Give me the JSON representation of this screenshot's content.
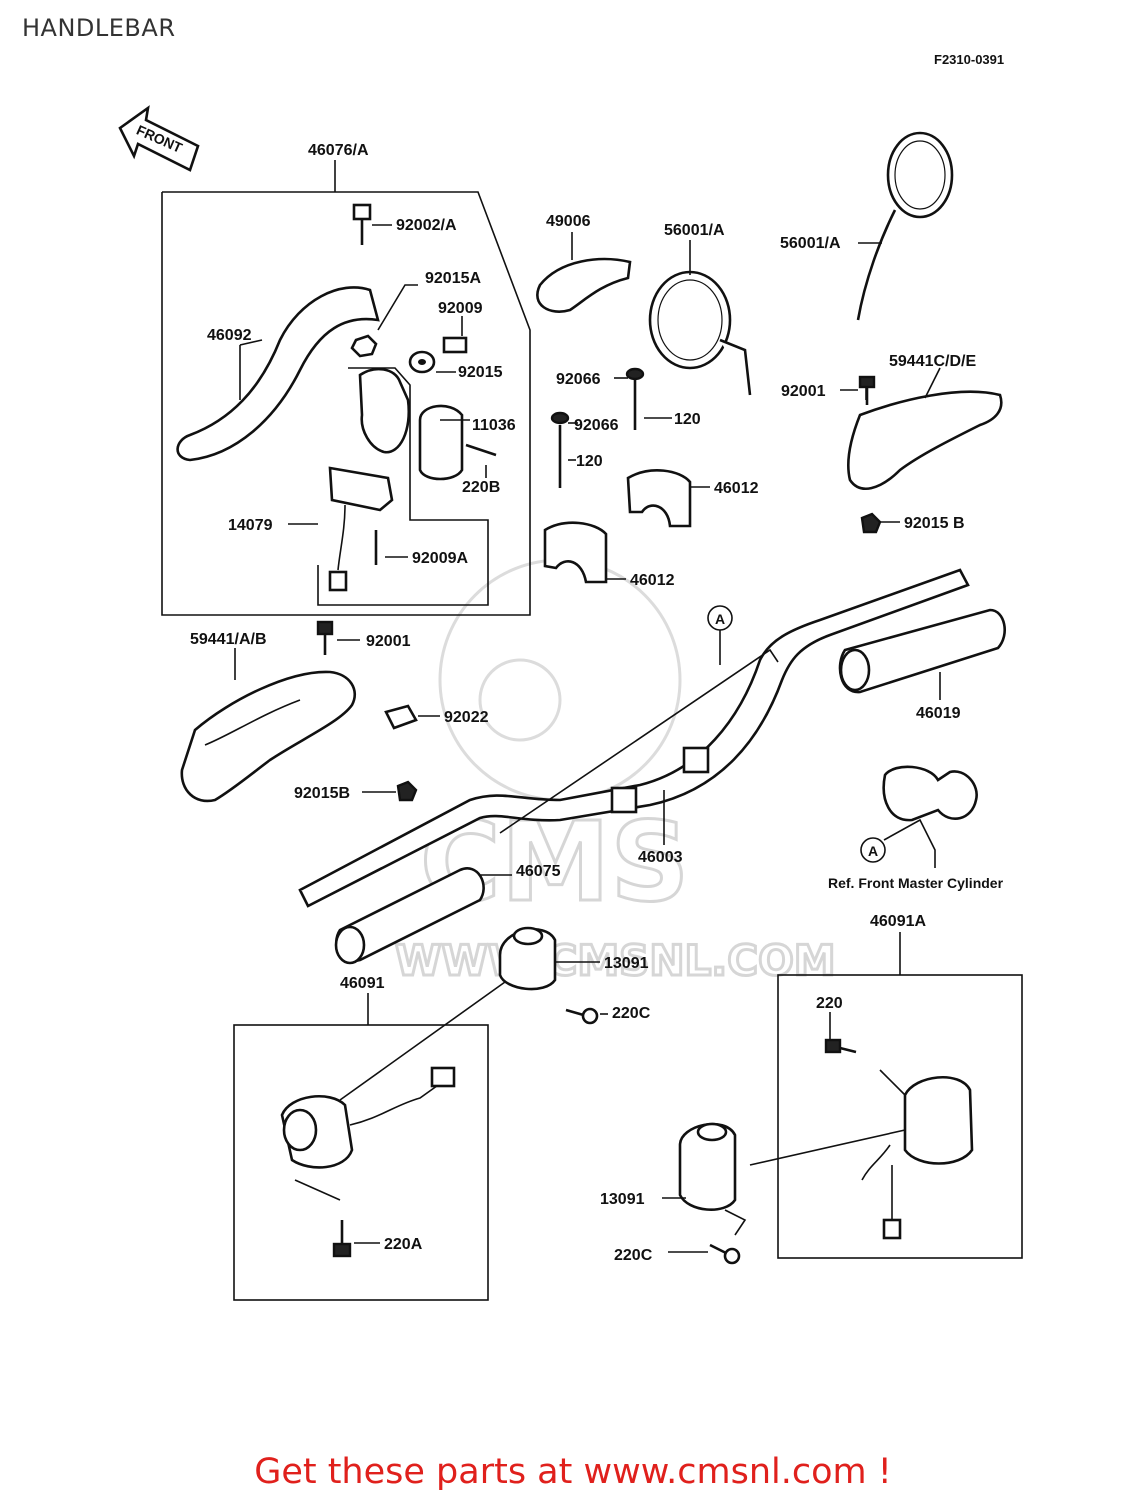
{
  "title": "HANDLEBAR",
  "figure_code": "F2310-0391",
  "front_arrow": "FRONT",
  "watermark": {
    "brand": "CMS",
    "url": "WWW.CMSNL.COM"
  },
  "callout_letter": "A",
  "reference_note": "Ref. Front Master Cylinder",
  "part_labels": {
    "p46076A": "46076/A",
    "p92002A": "92002/A",
    "p92015A": "92015A",
    "p92009": "92009",
    "p46092": "46092",
    "p92015": "92015",
    "p11036": "11036",
    "p220B": "220B",
    "p14079": "14079",
    "p92009A": "92009A",
    "p49006": "49006",
    "p56001A_left": "56001/A",
    "p56001A_right": "56001/A",
    "p92066_a": "92066",
    "p92066_b": "92066",
    "p120_a": "120",
    "p120_b": "120",
    "p46012_a": "46012",
    "p46012_b": "46012",
    "p59441CDE": "59441C/D/E",
    "p92001_right": "92001",
    "p92015B_right": "92015 B",
    "p59441AB": "59441/A/B",
    "p92001_left": "92001",
    "p92022": "92022",
    "p92015B_left": "92015B",
    "p46019": "46019",
    "p46003": "46003",
    "p46075": "46075",
    "p13091_a": "13091",
    "p220C_a": "220C",
    "p46091": "46091",
    "p220A": "220A",
    "p46091A": "46091A",
    "p220": "220",
    "p13091_b": "13091",
    "p220C_b": "220C"
  },
  "footer": "Get these parts at www.cmsnl.com !"
}
